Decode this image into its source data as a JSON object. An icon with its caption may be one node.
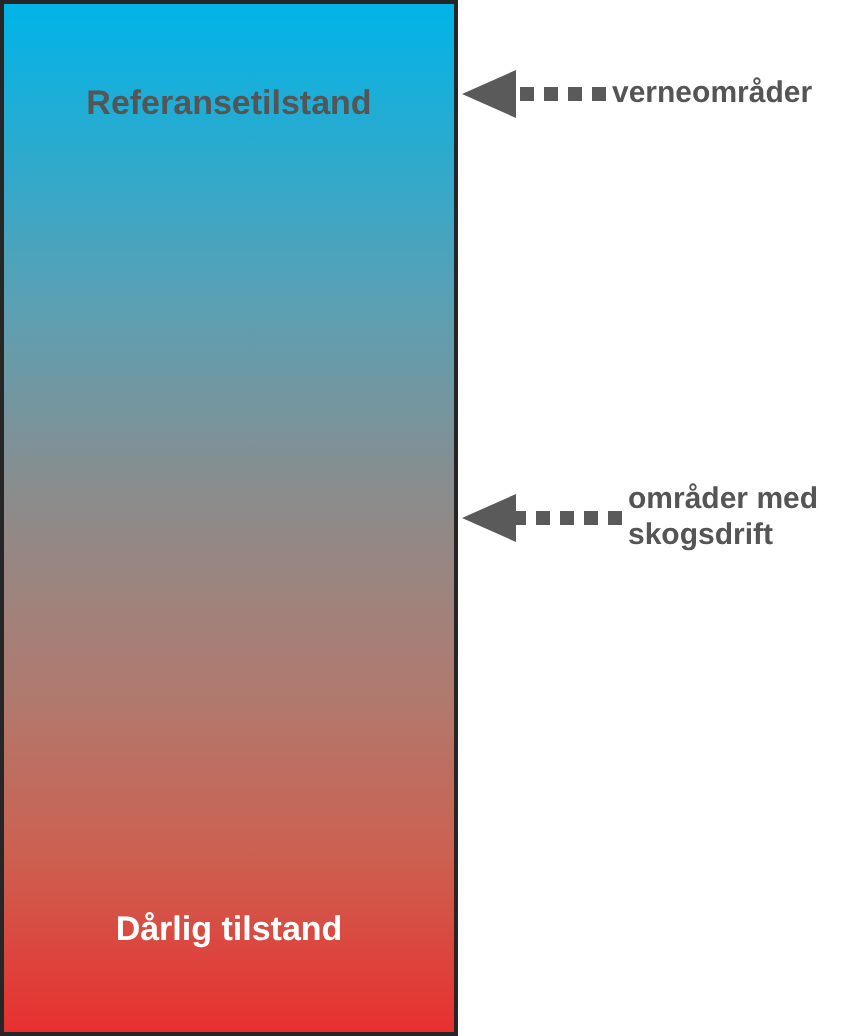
{
  "diagram": {
    "nodes": [
      {
        "text": [
          "Referansetilstand",
          "Dårlig tilstand"
        ]
      },
      {
        "text": [
          "verneområder"
        ]
      },
      {
        "text": [
          "områder med skogsdrift"
        ]
      }
    ],
    "edges": [
      {
        "from": 1,
        "to": 0,
        "arrow": "to",
        "style": "dashed"
      },
      {
        "from": 2,
        "to": 0,
        "arrow": "to",
        "style": "dashed"
      }
    ]
  }
}
